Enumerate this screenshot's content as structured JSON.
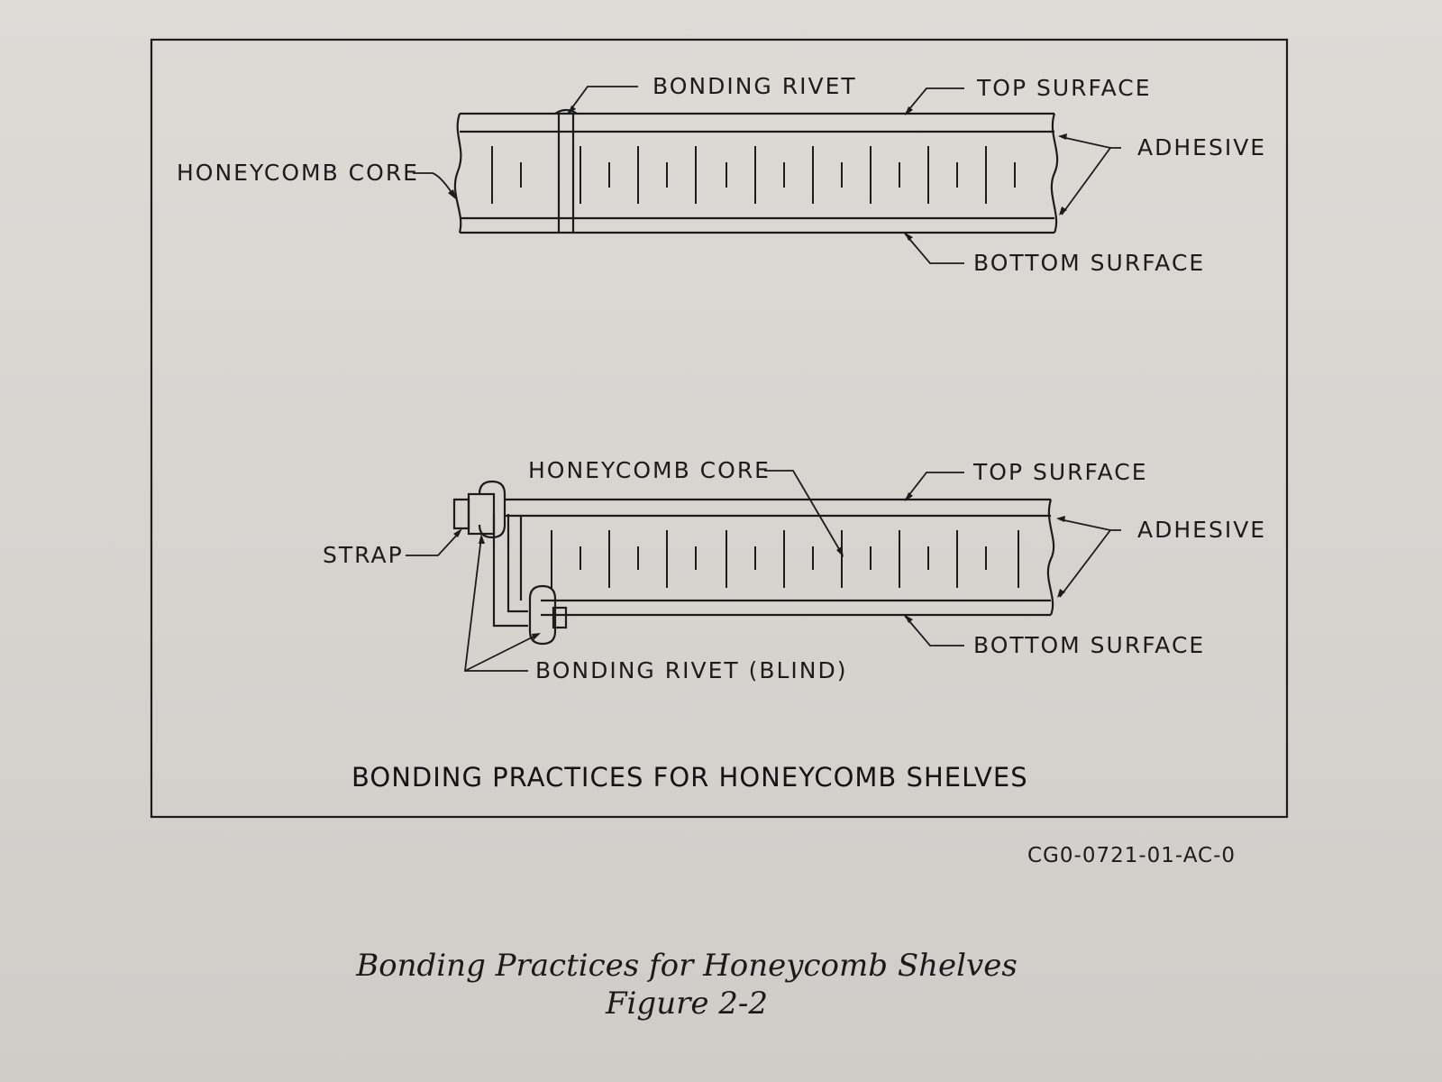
{
  "figure": {
    "top_panel": {
      "bonding_rivet_label": "BONDING RIVET",
      "top_surface_label": "TOP SURFACE",
      "adhesive_label": "ADHESIVE",
      "honeycomb_core_label": "HONEYCOMB CORE",
      "bottom_surface_label": "BOTTOM SURFACE"
    },
    "bottom_panel": {
      "honeycomb_core_label": "HONEYCOMB CORE",
      "top_surface_label": "TOP SURFACE",
      "adhesive_label": "ADHESIVE",
      "strap_label": "STRAP",
      "bottom_surface_label": "BOTTOM SURFACE",
      "bonding_rivet_label": "BONDING RIVET (BLIND)"
    },
    "title": "BONDING PRACTICES FOR HONEYCOMB SHELVES",
    "drawing_code": "CG0-0721-01-AC-0"
  },
  "caption": {
    "line1": "Bonding Practices for Honeycomb Shelves",
    "line2": "Figure 2-2"
  },
  "colors": {
    "ink": "#1c1c1c",
    "paper": "#d8d6d1"
  }
}
